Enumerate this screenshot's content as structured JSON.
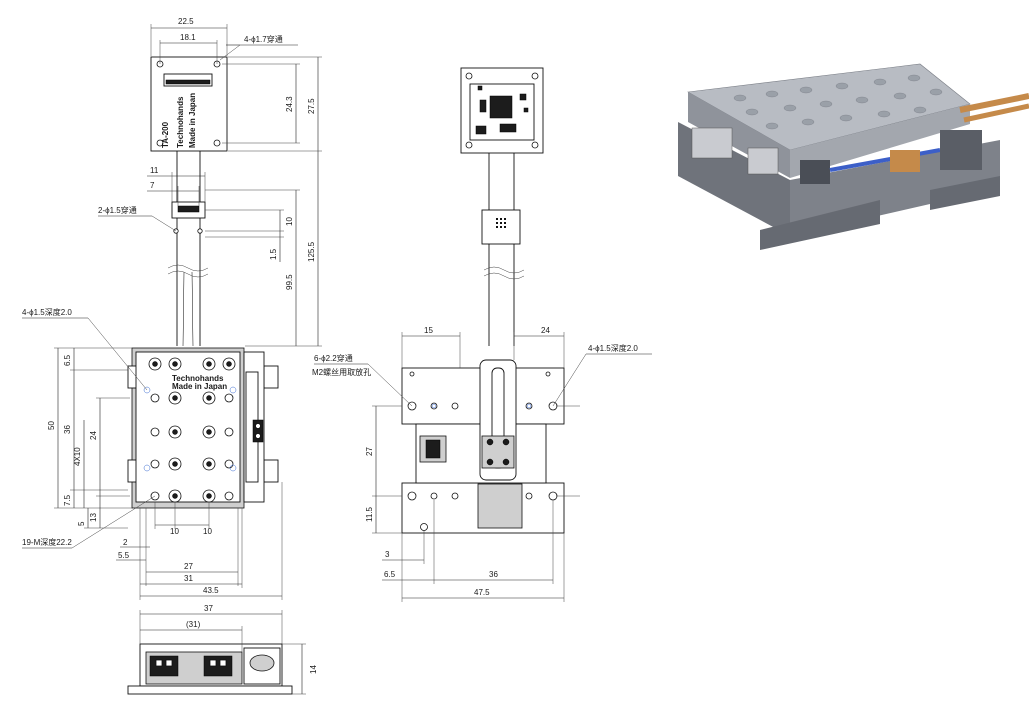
{
  "front_view": {
    "dims": {
      "d22_5": "22.5",
      "d18_1": "18.1",
      "d24_3": "24.3",
      "d27_5": "27.5",
      "d11": "11",
      "d7": "7",
      "d10": "10",
      "d1_5": "1.5",
      "d125_5": "125.5",
      "d99_5": "99.5",
      "d6_5": "6.5",
      "d50": "50",
      "d36": "36",
      "d24": "24",
      "d4x10": "4X10",
      "d7_5": "7.5",
      "d13": "13",
      "d5": "5",
      "d10a": "10",
      "d10b": "10",
      "d2": "2",
      "d5_5": "5.5",
      "d27": "27",
      "d31": "31",
      "d43_5": "43.5"
    },
    "callouts": {
      "four_17": "4-ϕ1.7穿通",
      "two_15": "2-ϕ1.5穿通",
      "four_15d": "4-ϕ1.5深度2.0",
      "m_depth": "19-M深度22.2"
    },
    "board_text": [
      "TA-200",
      "Technohands",
      "Made in Japan"
    ],
    "stage_text": [
      "Technohands",
      "Made in Japan"
    ]
  },
  "bottom_view": {
    "dims": {
      "d37": "37",
      "d31p": "(31)",
      "d14": "14"
    }
  },
  "side_view": {
    "dims": {
      "d15": "15",
      "d24": "24",
      "d27": "27",
      "d11_5": "11.5",
      "d3": "3",
      "d6_5": "6.5",
      "d36": "36",
      "d47_5": "47.5"
    },
    "callouts": {
      "six_22": "6-ϕ2.2穿通",
      "m2_hole": "M2螺丝用取放孔",
      "four_15d": "4-ϕ1.5深度2.0"
    }
  },
  "colors": {
    "line": "#111111",
    "part_gray": "#cfcfcf",
    "hole_blue": "#3a6bd1",
    "render_bg": "#ffffff",
    "render_steel": "#8c9098",
    "render_cable": "#c58a4a",
    "render_rod": "#3c5fc8"
  },
  "render_3d": {
    "icon": "stage-3d-render"
  }
}
